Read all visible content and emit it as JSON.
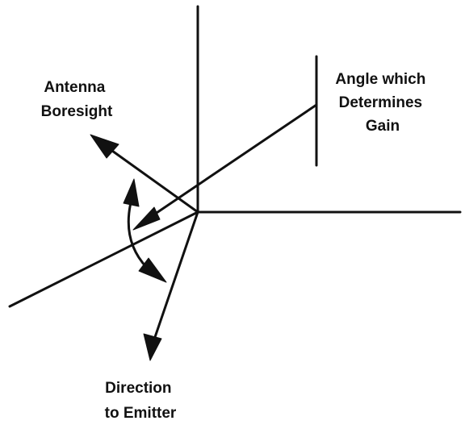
{
  "labels": {
    "antenna_boresight": [
      "Antenna",
      "Boresight"
    ],
    "gain_angle": [
      "Angle which",
      "Determines",
      "Gain"
    ],
    "direction_to_emitter": [
      "Direction",
      "to Emitter"
    ]
  },
  "colors": {
    "ink": "#111111",
    "background": "#ffffff"
  }
}
